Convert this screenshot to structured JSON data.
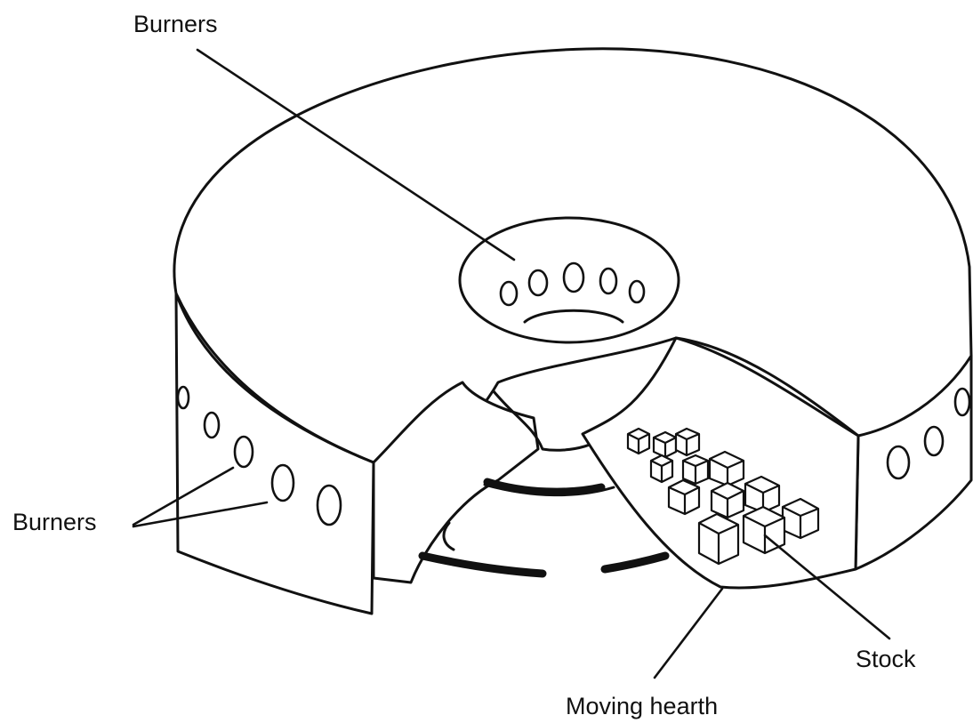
{
  "labels": {
    "burners_top": "Burners",
    "burners_side": "Burners",
    "stock": "Stock",
    "moving_hearth": "Moving hearth"
  },
  "colors": {
    "ink": "#111111",
    "background": "#ffffff"
  }
}
